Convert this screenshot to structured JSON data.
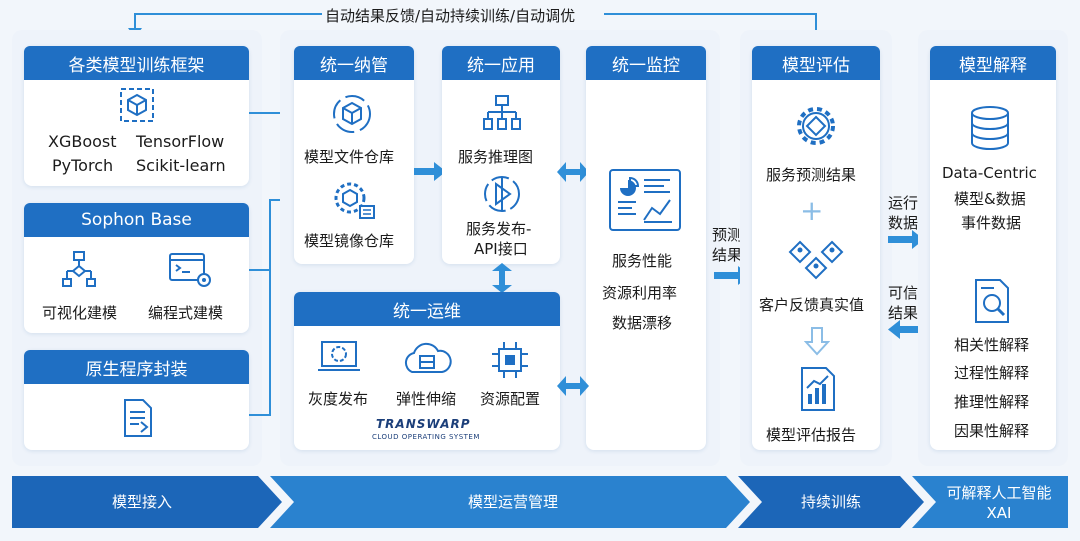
{
  "feedback_label": "自动结果反馈/自动持续训练/自动调优",
  "training": {
    "title": "各类模型训练框架",
    "frameworks": [
      "XGBoost",
      "TensorFlow",
      "PyTorch",
      "Scikit-learn"
    ]
  },
  "sophon": {
    "title": "Sophon Base",
    "visual_label": "可视化建模",
    "code_label": "编程式建模"
  },
  "native": {
    "title": "原生程序封装"
  },
  "mgmt": {
    "title": "统一纳管",
    "file_repo": "模型文件仓库",
    "image_repo": "模型镜像仓库"
  },
  "app": {
    "title": "统一应用",
    "inference": "服务推理图",
    "publish_line1": "服务发布-",
    "publish_line2": "API接口"
  },
  "monitor": {
    "title": "统一监控",
    "items": [
      "服务性能",
      "资源利用率",
      "数据漂移"
    ]
  },
  "ops": {
    "title": "统一运维",
    "items": [
      "灰度发布",
      "弹性伸缩",
      "资源配置"
    ],
    "brand": "TRANSWARP",
    "brand_sub": "CLOUD OPERATING SYSTEM"
  },
  "predict_label": [
    "预测",
    "结果"
  ],
  "eval": {
    "title": "模型评估",
    "prediction": "服务预测结果",
    "feedback": "客户反馈真实值",
    "report": "模型评估报告"
  },
  "run_data_label": [
    "运行",
    "数据"
  ],
  "trusted_label": [
    "可信",
    "结果"
  ],
  "explain": {
    "title": "模型解释",
    "data_lines": [
      "Data-Centric",
      "模型&数据",
      "事件数据"
    ],
    "items": [
      "相关性解释",
      "过程性解释",
      "推理性解释",
      "因果性解释"
    ]
  },
  "bottom": {
    "stage1": "模型接入",
    "stage2": "模型运营管理",
    "stage3": "持续训练",
    "stage4_line1": "可解释人工智能",
    "stage4_line2": "XAI"
  },
  "colors": {
    "primary": "#1f6fc3",
    "arrow": "#2f8fd8",
    "bar_dark": "#1c66b8",
    "bar_light": "#2a82cf"
  }
}
